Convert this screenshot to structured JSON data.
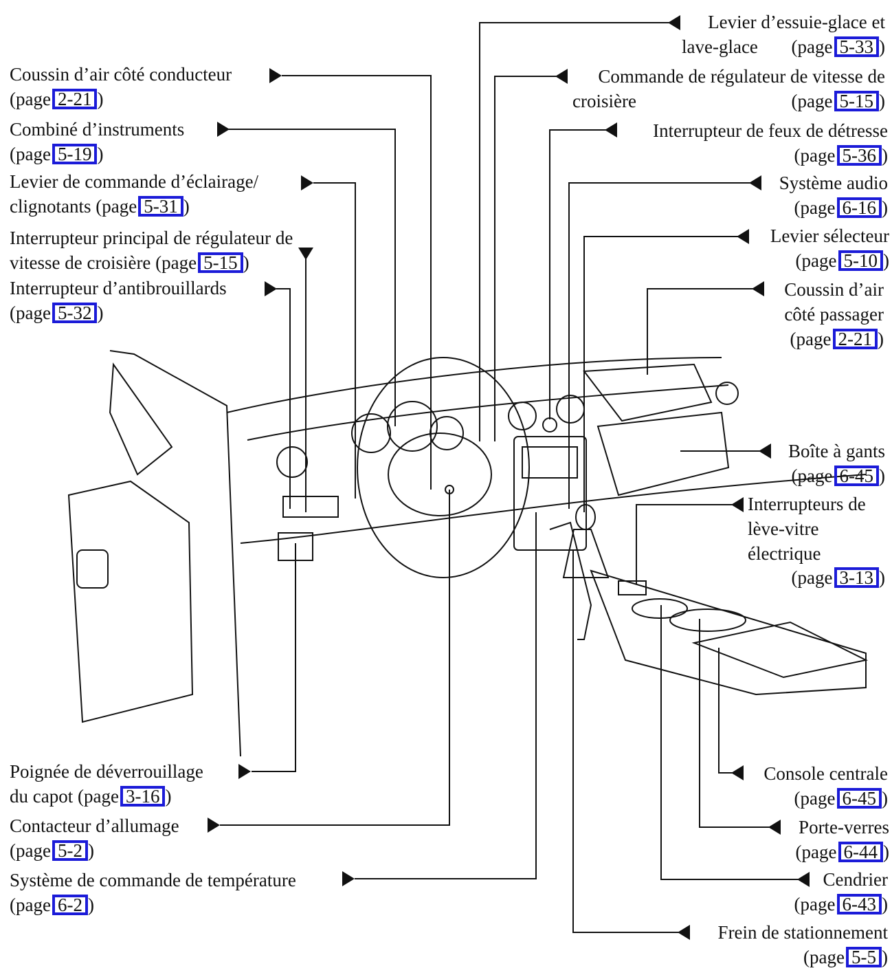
{
  "callouts": [
    {
      "label": "Coussin d’air côté conducteur",
      "page_prefix": "(page",
      "page": "2-21",
      "page_suffix": ")"
    },
    {
      "label": "Combiné d’instruments",
      "page_prefix": "(page",
      "page": "5-19",
      "page_suffix": ")"
    },
    {
      "label_line1": "Levier de commande d’éclairage/",
      "label_line2": "clignotants",
      "page_prefix": "(page",
      "page": "5-31",
      "page_suffix": ")"
    },
    {
      "label_line1": "Interrupteur principal de régulateur de",
      "label_line2": "vitesse de croisière",
      "page_prefix": "(page",
      "page": "5-15",
      "page_suffix": ")"
    },
    {
      "label": "Interrupteur d’antibrouillards",
      "page_prefix": "(page",
      "page": "5-32",
      "page_suffix": ")"
    },
    {
      "label": "Poignée de déverrouillage",
      "label_line2": "du capot",
      "page_prefix": "(page",
      "page": "3-16",
      "page_suffix": ")"
    },
    {
      "label": "Contacteur d’allumage",
      "page_prefix": "(page",
      "page": "5-2",
      "page_suffix": ")"
    },
    {
      "label": "Système de commande de température",
      "page_prefix": "(page",
      "page": "6-2",
      "page_suffix": ")"
    },
    {
      "label_line1": "Levier d’essuie-glace et",
      "label_line2": "lave-glace",
      "page_prefix": "(page",
      "page": "5-33",
      "page_suffix": ")"
    },
    {
      "label_line1": "Commande de régulateur de vitesse de",
      "label_line2": "croisière",
      "page_prefix": "(page",
      "page": "5-15",
      "page_suffix": ")"
    },
    {
      "label": "Interrupteur de feux de détresse",
      "page_prefix": "(page",
      "page": "5-36",
      "page_suffix": ")"
    },
    {
      "label": "Système audio",
      "page_prefix": "(page",
      "page": "6-16",
      "page_suffix": ")"
    },
    {
      "label": "Levier sélecteur",
      "page_prefix": "(page",
      "page": "5-10",
      "page_suffix": ")"
    },
    {
      "label_line1": "Coussin d’air",
      "label_line2": "côté passager",
      "page_prefix": "(page",
      "page": "2-21",
      "page_suffix": ")"
    },
    {
      "label": "Boîte à gants",
      "page_prefix": "(page",
      "page": "6-45",
      "page_suffix": ")"
    },
    {
      "label_line1": "Interrupteurs de",
      "label_line2": "lève-vitre",
      "label_line3": "électrique",
      "page_prefix": "(page",
      "page": "3-13",
      "page_suffix": ")"
    },
    {
      "label": "Console centrale",
      "page_prefix": "(page",
      "page": "6-45",
      "page_suffix": ")"
    },
    {
      "label": "Porte-verres",
      "page_prefix": "(page",
      "page": "6-44",
      "page_suffix": ")"
    },
    {
      "label": "Cendrier",
      "page_prefix": "(page",
      "page": "6-43",
      "page_suffix": ")"
    },
    {
      "label": "Frein de stationnement",
      "page_prefix": "(page",
      "page": "5-5",
      "page_suffix": ")"
    }
  ],
  "colors": {
    "line": "#111111",
    "link_box": "#1b1bd8"
  }
}
